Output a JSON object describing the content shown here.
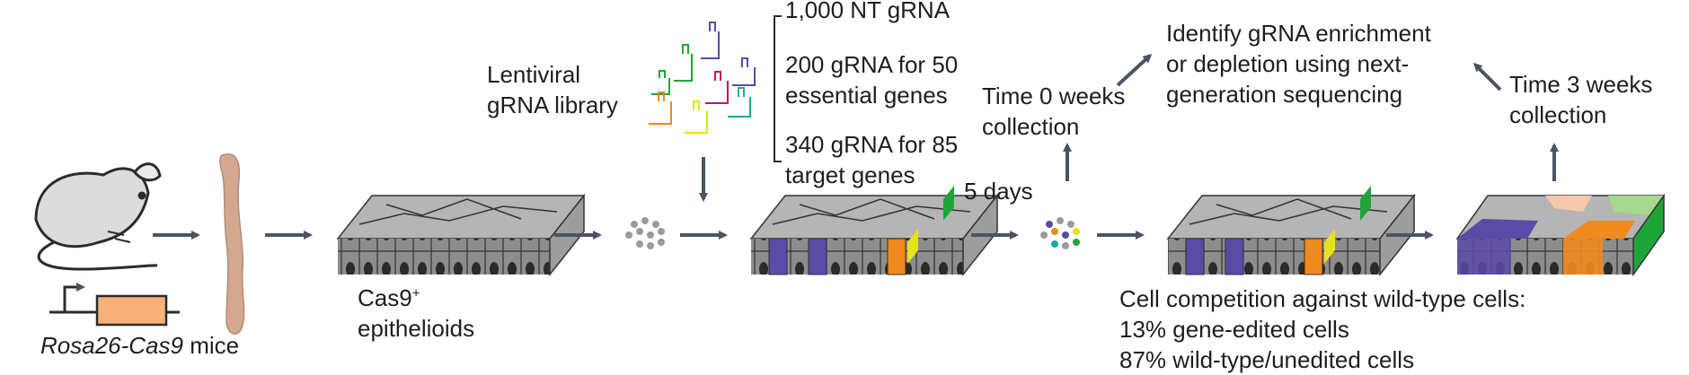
{
  "mouse_label": {
    "italic": "Rosa26-Cas9",
    "rest": " mice"
  },
  "cas9_label": {
    "line1": "Cas9",
    "sup": "+",
    "line2": "epithelioids"
  },
  "library_label": {
    "line1": "Lentiviral",
    "line2": "gRNA library"
  },
  "gRNA_groups": [
    {
      "line1": "1,000 NT gRNA",
      "line2": ""
    },
    {
      "line1": "200 gRNA for 50",
      "line2": "essential genes"
    },
    {
      "line1": "340 gRNA for 85",
      "line2": "target genes"
    }
  ],
  "time0": {
    "line1": "Time 0 weeks",
    "line2": "collection"
  },
  "five_days": "5 days",
  "identify": {
    "line1": "Identify gRNA enrichment",
    "line2": "or depletion using next-",
    "line3": "generation sequencing"
  },
  "time3": {
    "line1": "Time 3 weeks",
    "line2": "collection"
  },
  "competition": {
    "line1": "Cell competition against wild-type cells:",
    "line2": "13% gene-edited cells",
    "line3": "87% wild-type/unedited cells"
  },
  "colors": {
    "arrow": "#4a5563",
    "promoter_box": "#f7b27a",
    "sleeve": "#d4a890",
    "cell_gray": "#8f8f8f",
    "purple": "#5b4aa6",
    "orange": "#f08a1e",
    "yellow": "#e7e11b",
    "green": "#1ea53a",
    "peach": "#f7c8ad",
    "light_green": "#a5d98f"
  }
}
